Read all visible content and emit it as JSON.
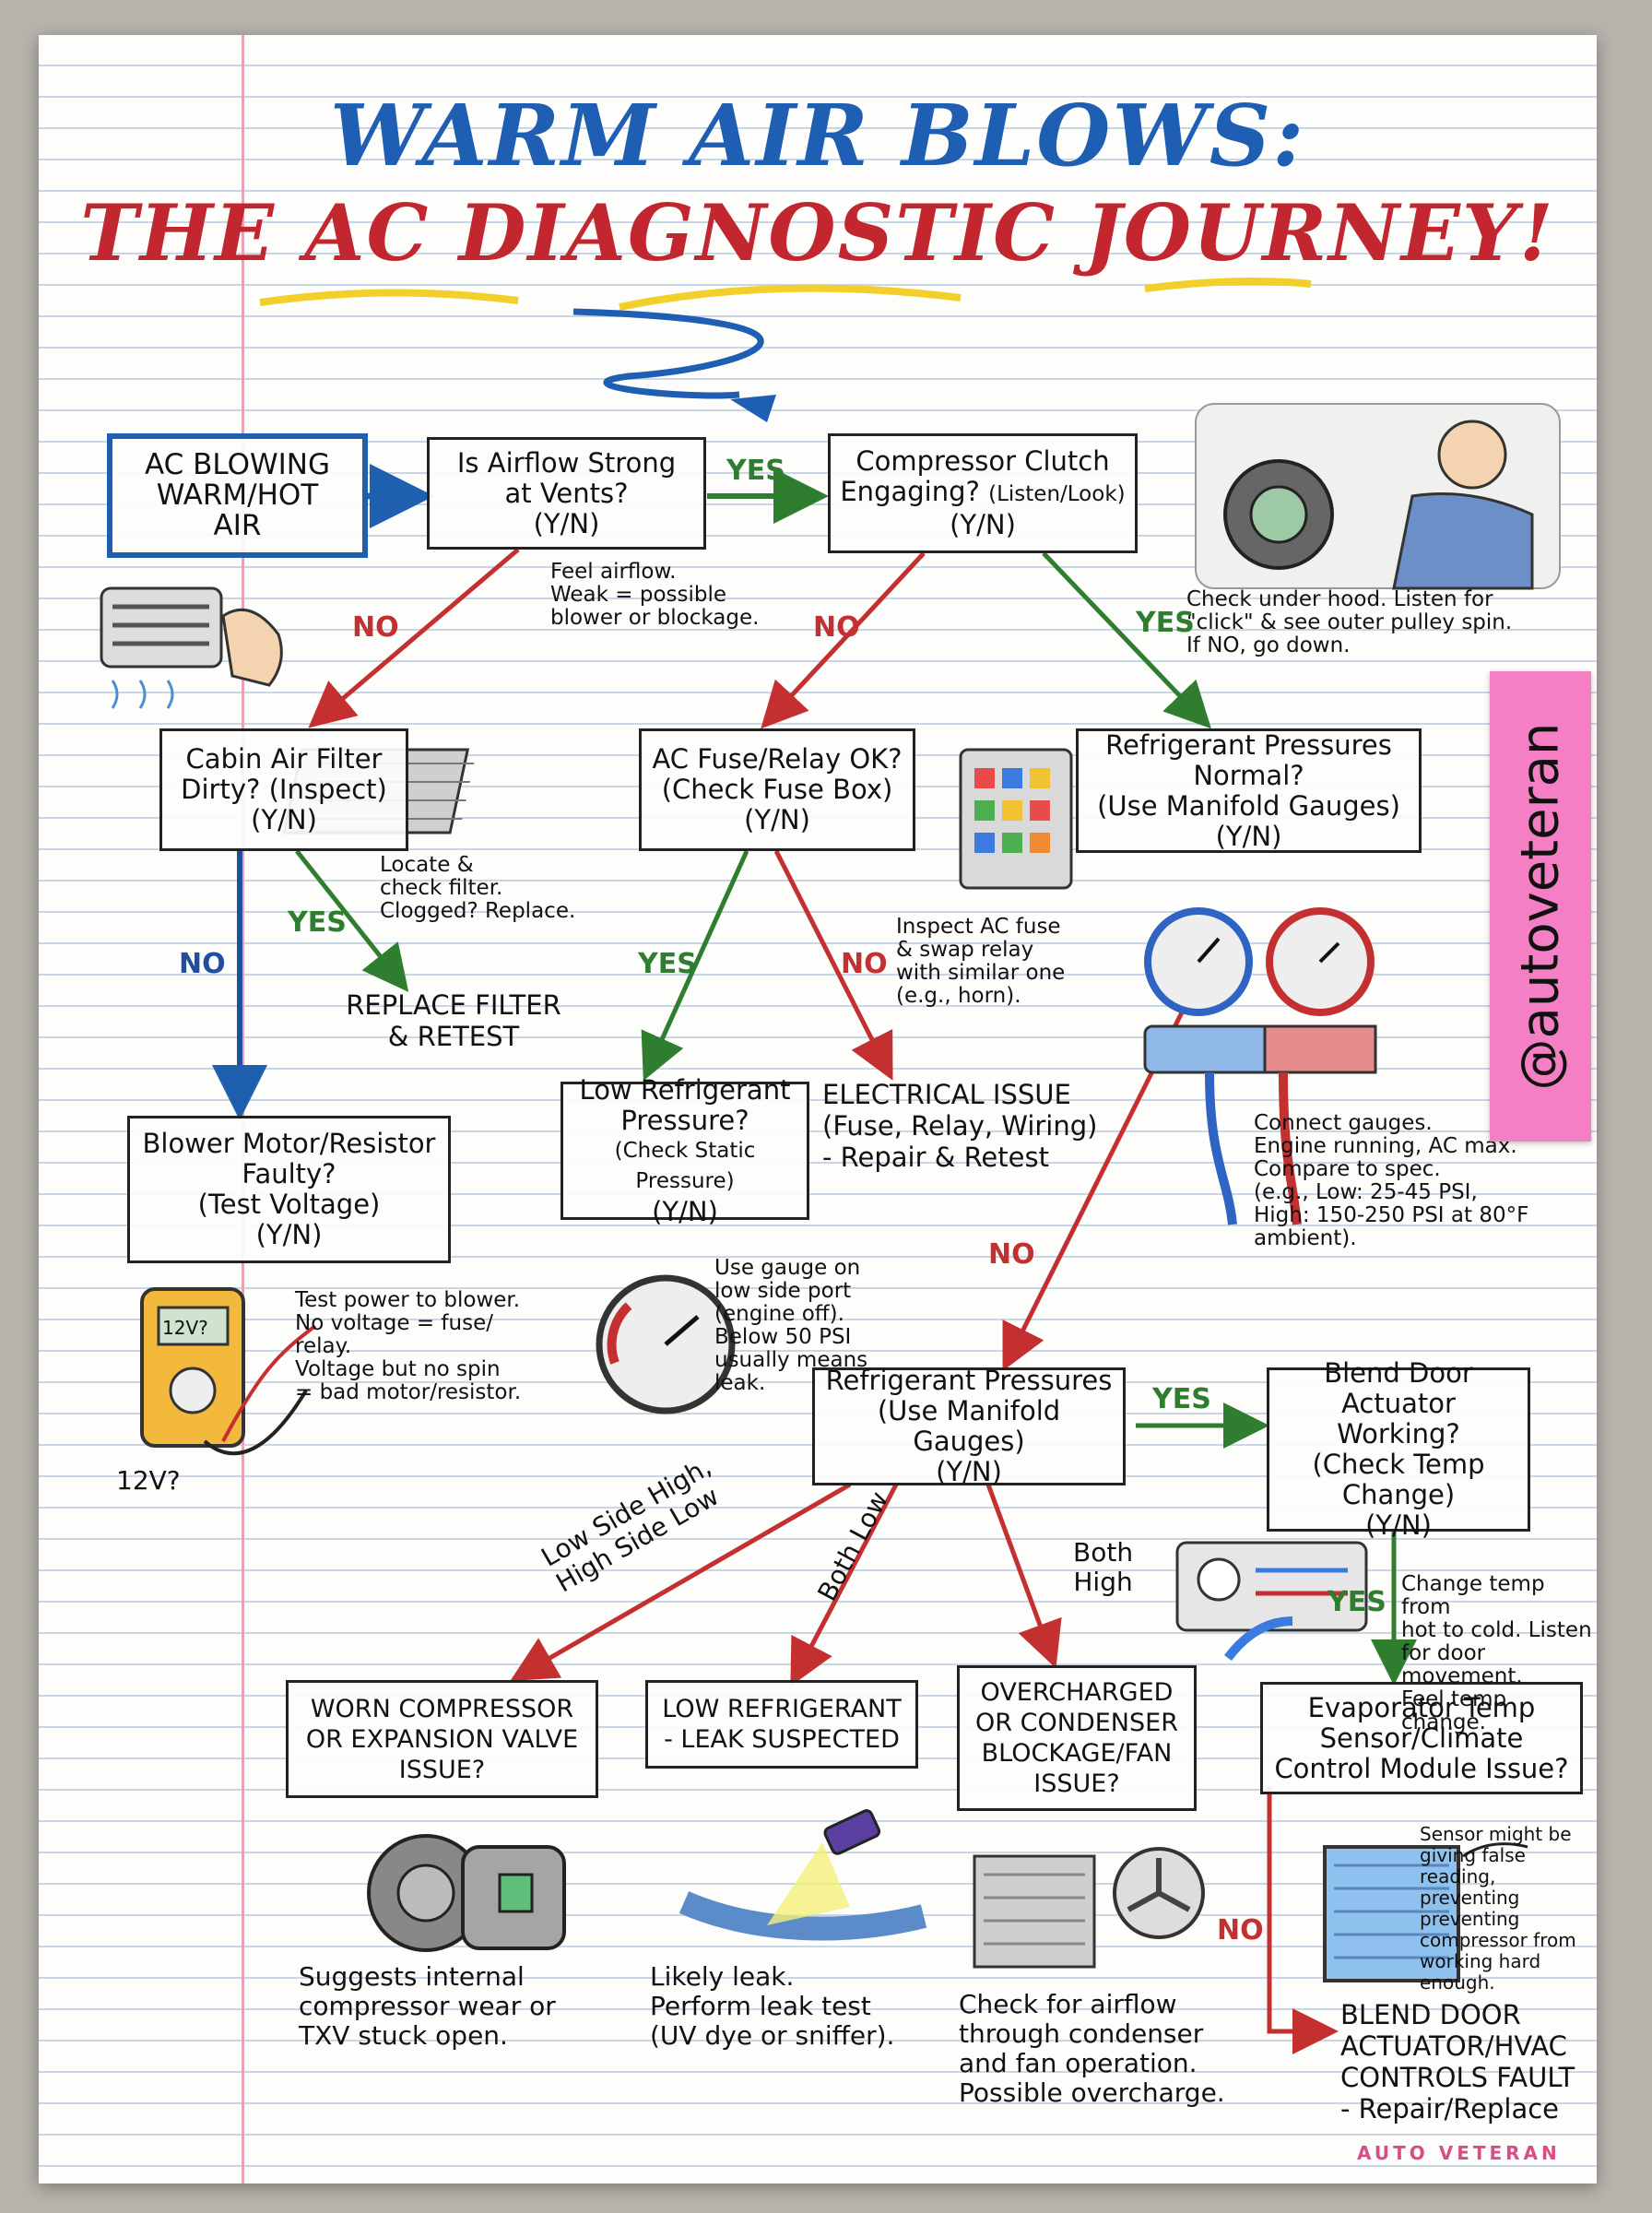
{
  "title": {
    "line1": "WARM AIR BLOWS:",
    "line2": "THE AC DIAGNOSTIC JOURNEY!"
  },
  "start_box": [
    "AC BLOWING",
    "WARM/HOT",
    "AIR"
  ],
  "nodes": {
    "airflow": {
      "lines": [
        "Is Airflow Strong",
        "at Vents?"
      ],
      "yn": "(Y/N)"
    },
    "clutch": {
      "lines": [
        "Compressor Clutch"
      ],
      "line2a": "Engaging?",
      "line2b": "(Listen/Look)",
      "yn": "(Y/N)"
    },
    "filter": {
      "lines": [
        "Cabin Air Filter",
        "Dirty? (Inspect)"
      ],
      "yn": "(Y/N)"
    },
    "fuse": {
      "lines": [
        "AC Fuse/Relay OK?",
        "(Check Fuse Box)"
      ],
      "yn": "(Y/N)"
    },
    "pressures_normal": {
      "lines": [
        "Refrigerant Pressures",
        "Normal?",
        "(Use Manifold Gauges)"
      ],
      "yn": "(Y/N)"
    },
    "blower": {
      "lines": [
        "Blower Motor/Resistor",
        "Faulty?",
        "(Test Voltage)"
      ],
      "yn": "(Y/N)"
    },
    "low_pressure": {
      "lines": [
        "Low Refrigerant",
        "Pressure?"
      ],
      "small": "(Check Static Pressure)",
      "yn": "(Y/N)"
    },
    "pressures": {
      "lines": [
        "Refrigerant Pressures",
        "(Use Manifold Gauges)"
      ],
      "yn": "(Y/N)"
    },
    "blend": {
      "lines": [
        "Blend Door Actuator",
        "Working?",
        "(Check Temp Change)"
      ],
      "yn": "(Y/N)"
    },
    "worn": {
      "lines": [
        "WORN COMPRESSOR",
        "OR EXPANSION VALVE",
        "ISSUE?"
      ]
    },
    "leak": {
      "lines": [
        "LOW REFRIGERANT",
        "- LEAK SUSPECTED"
      ]
    },
    "overcharged": {
      "lines": [
        "OVERCHARGED",
        "OR CONDENSER",
        "BLOCKAGE/FAN",
        "ISSUE?"
      ]
    },
    "evap": {
      "lines": [
        "Evaporator Temp",
        "Sensor/Climate",
        "Control Module Issue?"
      ]
    }
  },
  "outcomes": {
    "replace_filter": [
      "REPLACE FILTER",
      "& RETEST"
    ],
    "electrical": [
      "ELECTRICAL ISSUE",
      "(Fuse, Relay, Wiring)",
      "- Repair & Retest"
    ],
    "blend_fault": [
      "BLEND DOOR",
      "ACTUATOR/HVAC",
      "CONTROLS FAULT",
      "- Repair/Replace"
    ]
  },
  "notes": {
    "airflow": [
      "Feel airflow.",
      "Weak = possible",
      "blower or blockage."
    ],
    "clutch": [
      "Check under hood. Listen for",
      "\"click\" & see outer pulley spin.",
      "If NO, go down."
    ],
    "filter": [
      "Locate &",
      "check filter.",
      "Clogged? Replace."
    ],
    "fuse": [
      "Inspect AC fuse",
      "& swap relay",
      "with similar one",
      "(e.g., horn)."
    ],
    "gauges": [
      "Connect gauges.",
      "Engine running, AC max.",
      "Compare to spec.",
      "(e.g., Low: 25-45 PSI,",
      "High: 150-250 PSI at 80°F",
      "ambient)."
    ],
    "blower": [
      "Test power to blower.",
      "No voltage = fuse/",
      "relay.",
      "Voltage but no spin",
      "= bad motor/resistor."
    ],
    "static": [
      "Use gauge on",
      "low side port",
      "(engine off).",
      "Below 50 PSI",
      "usually means",
      "leak."
    ],
    "blend": [
      "Change temp from",
      "hot to cold. Listen",
      "for door movement.",
      "Feel temp change."
    ],
    "worn": [
      "Suggests internal",
      "compressor wear or",
      "TXV stuck open."
    ],
    "leak": [
      "Likely leak.",
      "Perform leak test",
      "(UV dye or sniffer)."
    ],
    "overcharged": [
      "Check for airflow",
      "through condenser",
      "and fan operation.",
      "Possible overcharge."
    ],
    "evap": [
      "Sensor might be",
      "giving false",
      "reading, preventing",
      "preventing",
      "compressor from",
      "working hard enough."
    ],
    "meter_label": "12V?",
    "meter_screen": "12V?"
  },
  "edge_labels": {
    "yes": "YES",
    "no": "NO",
    "lshh_1": "Low Side High,",
    "lshh_2": "High Side Low",
    "both_low": "Both Low",
    "both_high_1": "Both",
    "both_high_2": "High"
  },
  "sticky": "@autoveteran",
  "watermark": "AUTO VETERAN",
  "colors": {
    "yes": "#2f7d2f",
    "no": "#c43030",
    "flow_blue": "#1f5fb0",
    "title_red": "#c2262e",
    "sticky": "#f47fc4"
  }
}
